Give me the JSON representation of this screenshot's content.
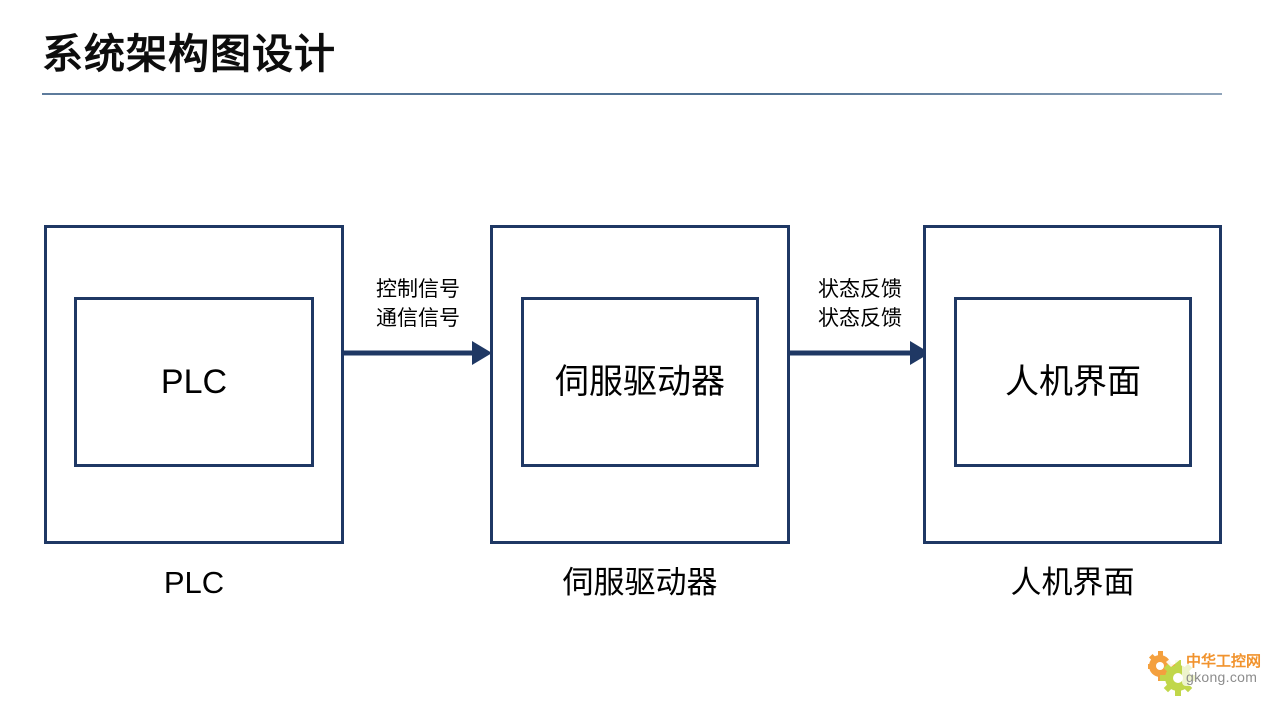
{
  "slide": {
    "title": "系统架构图设计",
    "background_color": "#ffffff",
    "rule_color": "#4a6c8f",
    "accent_color": "#1f3864"
  },
  "diagram": {
    "type": "flow",
    "orientation": "left-to-right",
    "nodes": [
      {
        "id": "plc",
        "inner_label": "PLC",
        "caption": "PLC"
      },
      {
        "id": "servo",
        "inner_label": "伺服驱动器",
        "caption": "伺服驱动器"
      },
      {
        "id": "hmi",
        "inner_label": "人机界面",
        "caption": "人机界面"
      }
    ],
    "connectors": [
      {
        "id": "plc-to-servo",
        "from": "plc",
        "to": "servo",
        "arrow": "right",
        "label_line1": "控制信号",
        "label_line2": "通信信号"
      },
      {
        "id": "servo-to-hmi",
        "from": "servo",
        "to": "hmi",
        "arrow": "right",
        "label_line1": "状态反馈",
        "label_line2": "状态反馈"
      }
    ]
  },
  "watermark": {
    "brand_cn": "中华工控网",
    "brand_en": "gkong.com",
    "gear_color_orange": "#f08a1c",
    "gear_color_green": "#b5cf2a"
  }
}
